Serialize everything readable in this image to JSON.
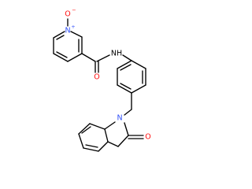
{
  "molecule": {
    "atom_labels": {
      "n_oxide_oxygen": "O",
      "oxide_charge": "−",
      "pyridine_nitrogen": "N",
      "nitrogen_charge": "+",
      "amide_oxygen": "O",
      "amide_nh": "NH",
      "lactam_nitrogen": "N",
      "lactam_oxygen": "O"
    },
    "colors": {
      "bond": "#000000",
      "oxygen": "#ff0d0d",
      "nitrogen": "#3050f8",
      "background": "#ffffff"
    }
  }
}
